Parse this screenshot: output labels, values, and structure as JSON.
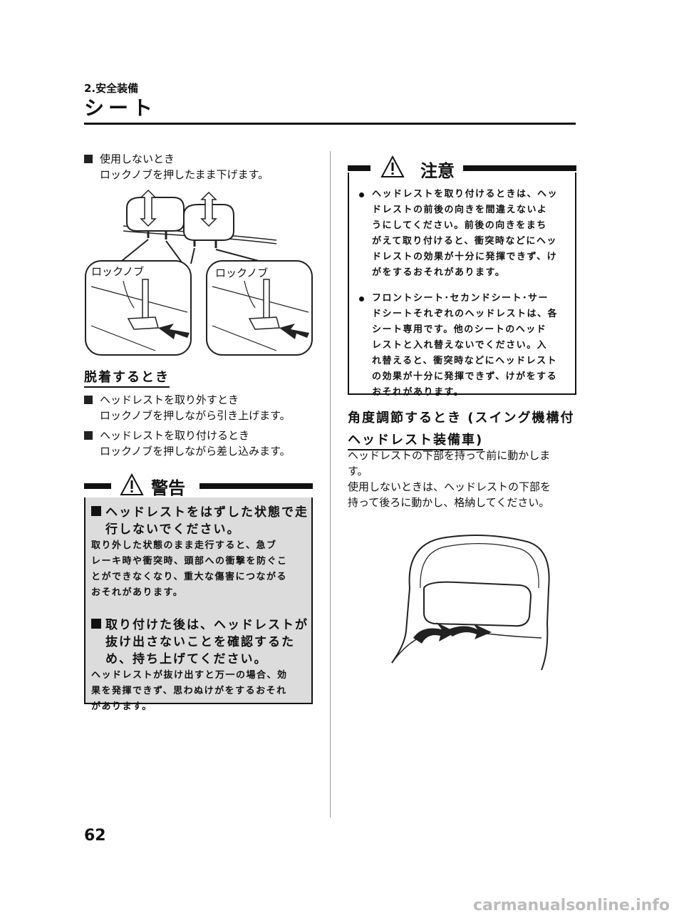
{
  "header": {
    "chapter": "2.安全装備",
    "title": "シート"
  },
  "left": {
    "item1": {
      "title": "使用しないとき",
      "desc": "ロックノブを押したまま下げます。"
    },
    "illustration": {
      "label_left": "ロックノブ",
      "label_right": "ロックノブ"
    },
    "section_heading": "脱着するとき",
    "item2": {
      "title": "ヘッドレストを取り外すとき",
      "desc": "ロックノブを押しながら引き上げます。"
    },
    "item3": {
      "title": "ヘッドレストを取り付けるとき",
      "desc": "ロックノブを押しながら差し込みます。"
    }
  },
  "warning": {
    "label": "警告",
    "h1_line1": "ヘッドレストをはずした状態で走",
    "h1_line2": "行しないでください。",
    "p1": [
      "取り外した状態のまま走行すると、急ブ",
      "レーキ時や衝突時、頭部への衝撃を防ぐこ",
      "とができなくなり、重大な傷害につながる",
      "おそれがあります。"
    ],
    "h2_line1": "取り付けた後は、ヘッドレストが",
    "h2_line2": "抜け出さないことを確認するた",
    "h2_line3": "め、持ち上げてください。",
    "p2": [
      "ヘッドレストが抜け出すと万一の場合、効",
      "果を発揮できず、思わぬけがをするおそれ",
      "があります。"
    ]
  },
  "caution": {
    "label": "注意",
    "b1": [
      "ヘッドレストを取り付けるときは、ヘッ",
      "ドレストの前後の向きを間違えないよ",
      "うにしてください。前後の向きをまち",
      "がえて取り付けると、衝突時などにヘッ",
      "ドレストの効果が十分に発揮できず、け",
      "がをするおそれがあります。"
    ],
    "b2": [
      "フロントシート･セカンドシート･サー",
      "ドシートそれぞれのヘッドレストは、各",
      "シート専用です。他のシートのヘッド",
      "レストと入れ替えないでください。入",
      "れ替えると、衝突時などにヘッドレスト",
      "の効果が十分に発揮できず、けがをする",
      "おそれがあります。"
    ]
  },
  "right": {
    "heading_line1": "角度調節するとき (スイング機構付",
    "heading_line2": "ヘッドレスト装備車)",
    "p1_line1": "ヘッドレストの下部を持って前に動かしま",
    "p1_line2": "す。",
    "p2_line1": "使用しないときは、ヘッドレストの下部を",
    "p2_line2": "持って後ろに動かし、格納してください。"
  },
  "footer": {
    "page_number": "62",
    "watermark": "carmanualsonline.info"
  }
}
